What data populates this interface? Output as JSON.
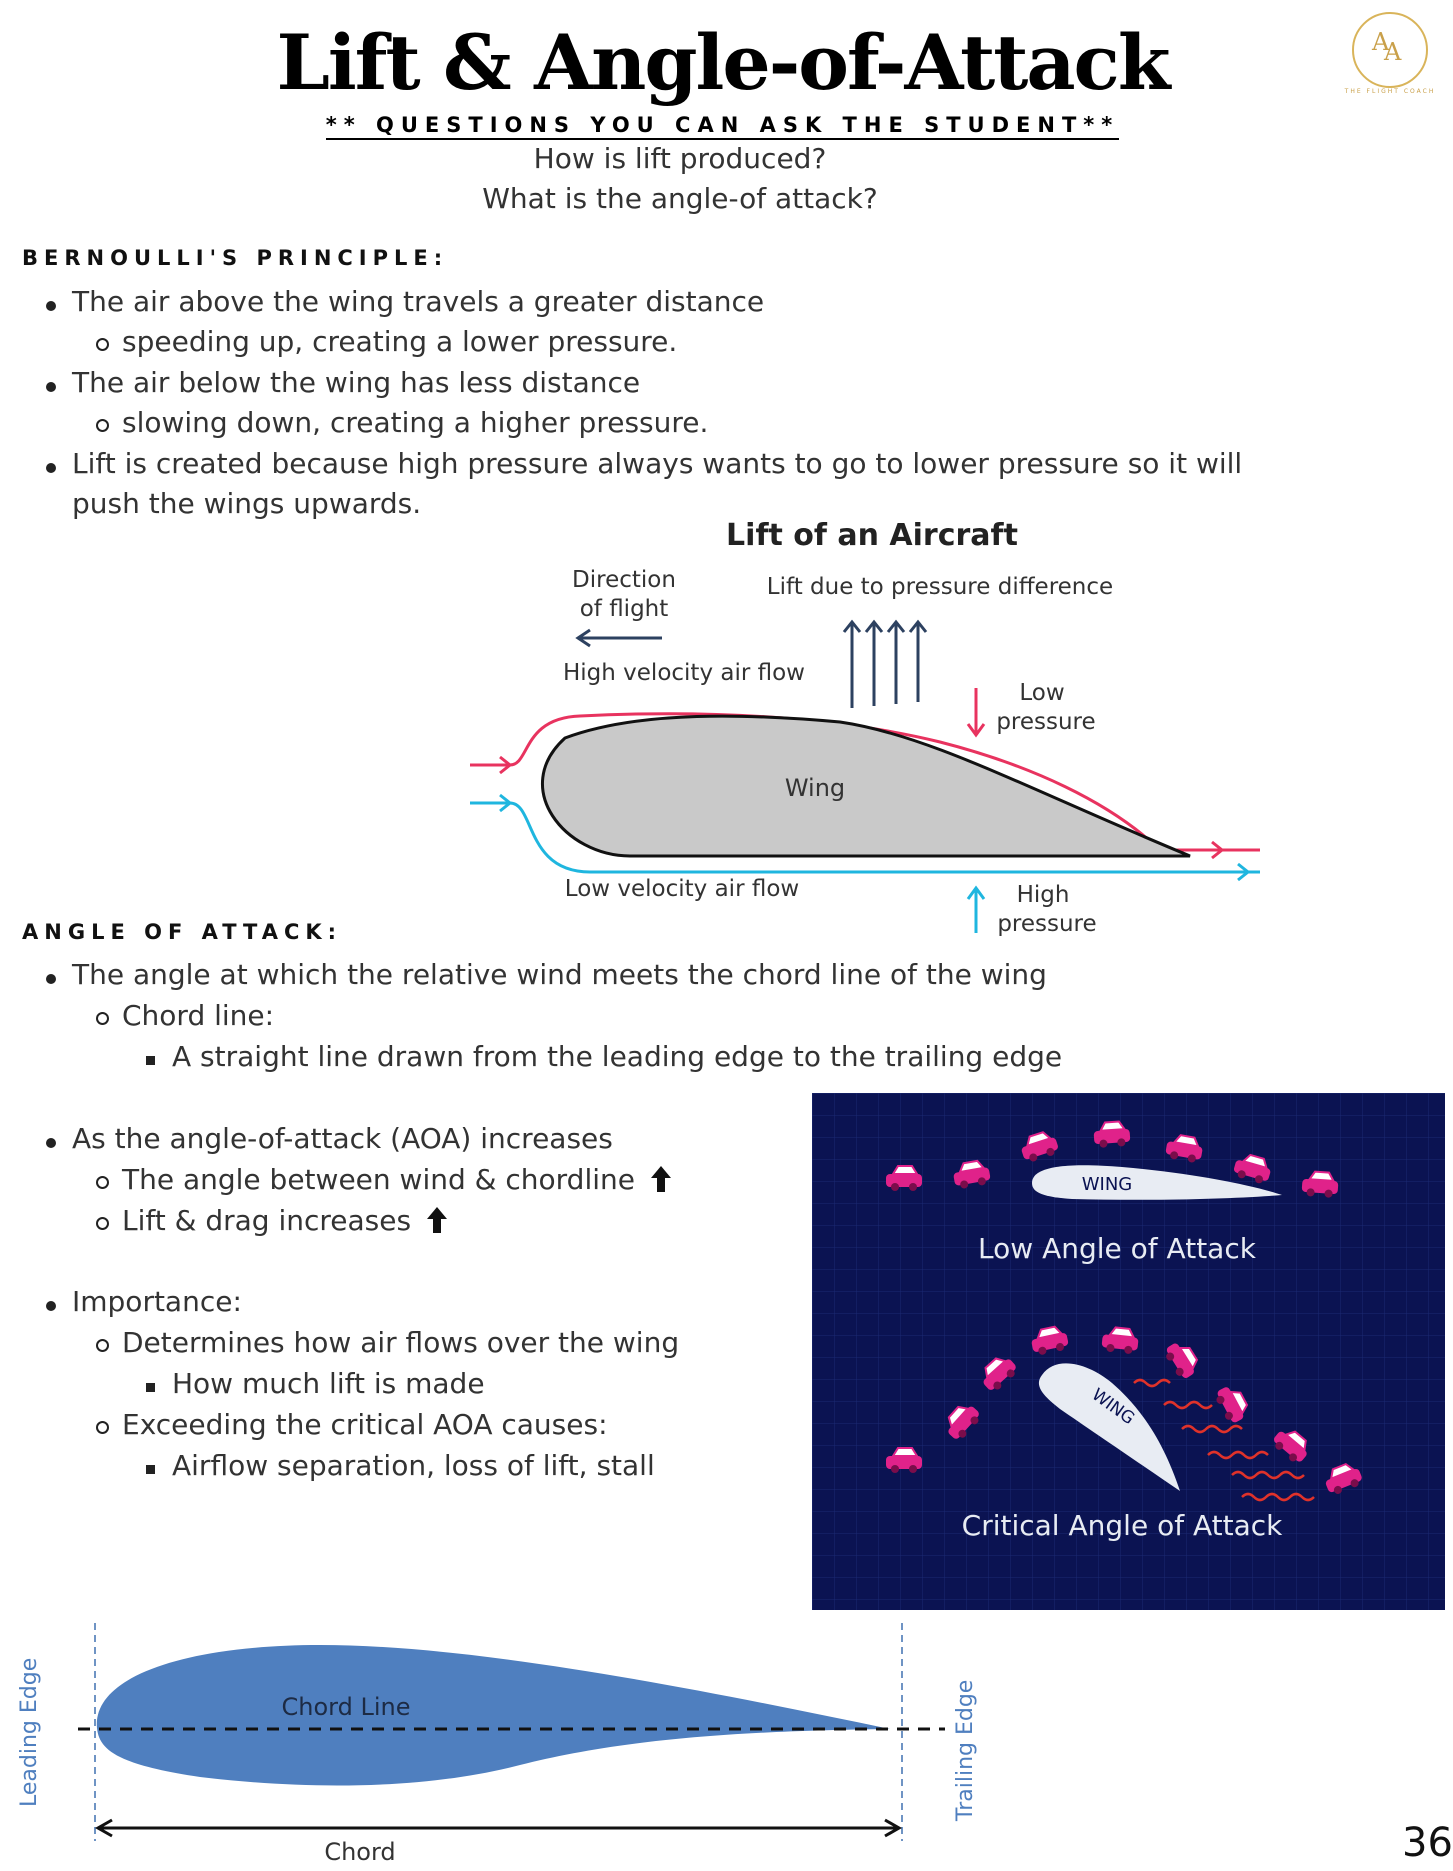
{
  "page": {
    "title": "Lift & Angle-of-Attack",
    "subheading": "** QUESTIONS YOU CAN ASK THE STUDENT**",
    "questions": [
      "How is lift produced?",
      "What is the angle-of attack?"
    ],
    "page_number": "36",
    "logo": {
      "letters": "AA",
      "tagline": "THE FLIGHT COACH"
    }
  },
  "bernoulli": {
    "heading": "BERNOULLI'S PRINCIPLE:",
    "items": [
      "The air above the wing travels a greater distance",
      "speeding up, creating a lower pressure.",
      "The air below the wing has less distance",
      "slowing down, creating a higher pressure.",
      "Lift is created because high pressure always wants to go to lower pressure so it will",
      "push the wings upwards."
    ]
  },
  "lift_diagram": {
    "title": "Lift of an Aircraft",
    "direction": [
      "Direction",
      "of flight"
    ],
    "lift_label": "Lift due to pressure difference",
    "high_velocity": "High velocity air flow",
    "low_pressure": [
      "Low",
      "pressure"
    ],
    "wing": "Wing",
    "low_velocity": "Low velocity air flow",
    "high_pressure": [
      "High",
      "pressure"
    ],
    "colors": {
      "upper_flow": "#e8335f",
      "lower_flow": "#1fb6df",
      "wing_fill": "#c9c9c9",
      "arrow": "#2d4160"
    }
  },
  "aoa": {
    "heading": "ANGLE OF ATTACK:",
    "items": [
      "The angle at which the relative wind meets the chord line of the wing",
      "Chord line:",
      "A straight line drawn from the leading edge to the trailing edge",
      "As the angle-of-attack (AOA) increases",
      "The angle between wind & chordline",
      "Lift & drag increases",
      "Importance:",
      "Determines how air flows over the wing",
      "How much lift is made",
      "Exceeding the critical AOA causes:",
      "Airflow separation, loss of lift, stall"
    ],
    "up_arrow_icon": "up-arrow-icon"
  },
  "aoa_panel": {
    "wing_top": "WING",
    "caption_low": "Low Angle of Attack",
    "wing_bottom": "WING",
    "caption_critical": "Critical Angle of Attack",
    "colors": {
      "background": "#0b1352",
      "car": "#e0228a",
      "wave": "#e0322a"
    }
  },
  "chord_diagram": {
    "leading_edge": "Leading Edge",
    "chord_line": "Chord Line",
    "trailing_edge": "Trailing Edge",
    "chord": "Chord",
    "colors": {
      "airfoil": "#4f7fbf",
      "edge_line": "#6f94c4"
    }
  }
}
